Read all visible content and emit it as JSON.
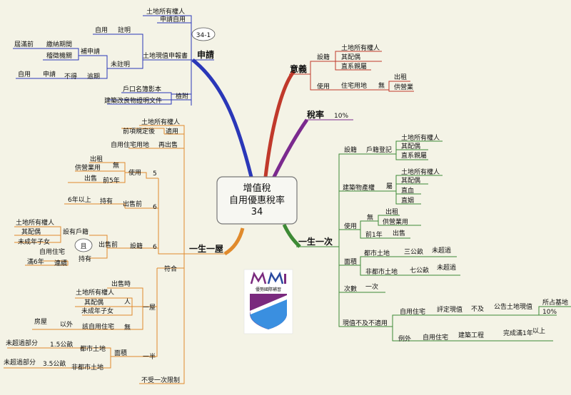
{
  "center": {
    "line1": "增值稅",
    "line2": "自用優惠稅率",
    "line3": "34"
  },
  "apply": {
    "title": "申請",
    "callout": "34-1",
    "report": "土地現值申報書",
    "land_owner": "土地所有權人",
    "apply_self": "申請自用",
    "self_use1": "自用",
    "note1": "註明",
    "expired": "屆滿前",
    "pay_period": "繳納期間",
    "supplement": "補申請",
    "audit": "稽徵機關",
    "not_noted": "未註明",
    "self_use2": "自用",
    "apply2": "申請",
    "not_allowed": "不得",
    "overdue": "逾期",
    "household": "戶口名簿影本",
    "building_cert": "建築改良物證明文件",
    "attach": "檢附"
  },
  "meaning": {
    "title": "意義",
    "registration": "設籍",
    "owner": "土地所有權人",
    "spouse": "其配偶",
    "lineal": "直系親屬",
    "use": "使用",
    "residential_land": "住宅用地",
    "none": "無",
    "rent": "出租",
    "business": "供營業"
  },
  "rate": {
    "title": "稅率",
    "value": "10%"
  },
  "once": {
    "title": "一生一次",
    "registration": "設籍",
    "hh_reg": "戶籍登記",
    "owner": "土地所有權人",
    "spouse": "其配偶",
    "lineal": "直系親屬",
    "building_right": "建築物產權",
    "belong": "屬",
    "owner2": "土地所有權人",
    "spouse2": "其配偶",
    "direct_blood": "直血",
    "direct_inlaw": "直姻",
    "use": "使用",
    "none": "無",
    "rent": "出租",
    "business": "供營業用",
    "one_year": "前1年",
    "sell": "出售",
    "area": "面積",
    "urban": "都市土地",
    "three_ares": "三公畝",
    "not_exceed1": "未超過",
    "nonurban": "非都市土地",
    "seven_ares": "七公畝",
    "not_exceed2": "未超過",
    "times": "次數",
    "one_time": "一次",
    "not_applicable": "現值不及不適用",
    "self_house": "自用住宅",
    "eval_value": "評定現值",
    "below": "不及",
    "announced": "公告土地現值",
    "pct": "10%",
    "base": "所占基地",
    "exception": "例外",
    "self_house2": "自用住宅",
    "construction": "建築工程",
    "finished": "完成滿1年",
    "above": "以上"
  },
  "once_house": {
    "title": "一生一屋",
    "owner": "土地所有權人",
    "before": "前項規定後",
    "apply": "適用",
    "resale_land": "自用住宅用地",
    "resale": "再出售",
    "rent": "出租",
    "none": "無",
    "business": "供營業用",
    "use": "使用",
    "n5": "5",
    "sell": "出售",
    "before5": "前5年",
    "six_years": "6年以上",
    "hold": "持有",
    "before_sell": "出售前",
    "n6a": "6",
    "owner2": "土地所有權人",
    "hh_reg": "設有戶籍",
    "spouse": "其配偶",
    "and": "且",
    "minor": "未成年子女",
    "self_house": "自用住宅",
    "hold2": "持有",
    "full6": "滿6年",
    "continuous": "連續",
    "before_sell2": "出售前",
    "registration": "設籍",
    "n6b": "6",
    "comply": "符合",
    "when_sell": "出售時",
    "owner3": "土地所有權人",
    "person": "人",
    "spouse2": "其配偶",
    "minor2": "未成年子女",
    "one_house": "一屋",
    "house": "房屋",
    "other": "以外",
    "self_house2": "該自用住宅",
    "none2": "無",
    "not_exceed1": "未超過部分",
    "ares15": "1.5公畝",
    "urban": "都市土地",
    "area": "面積",
    "half": "一半",
    "not_exceed2": "未超過部分",
    "ares35": "3.5公畝",
    "nonurban": "非都市土地",
    "no_limit": "不受一次限制"
  },
  "logo": {
    "text": "優勢國際補習"
  }
}
